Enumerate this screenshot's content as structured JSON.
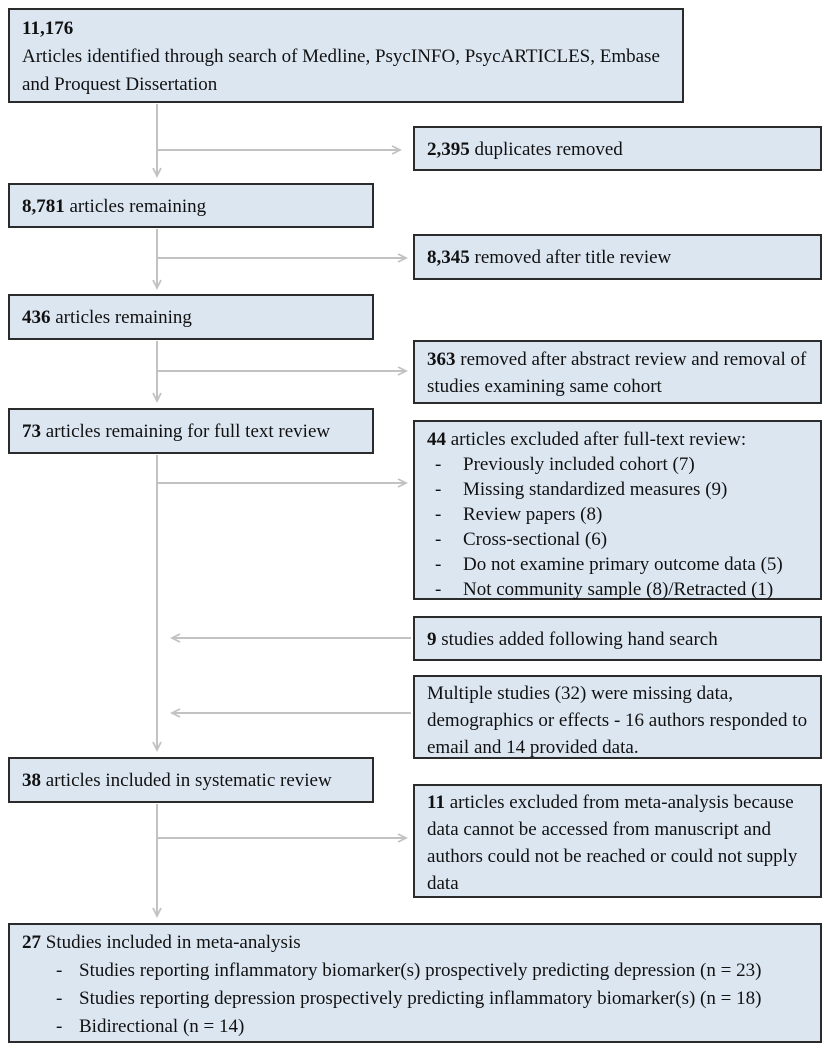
{
  "list_marker": "-",
  "colors": {
    "box_fill": "#dce6f1",
    "box_border": "#2b2b2b",
    "arrow": "#c2c2c2",
    "text": "#111111",
    "page_bg": "#ffffff"
  },
  "boxes": {
    "identified": {
      "number": "11,176",
      "text": "Articles identified through search of Medline, PsycINFO, PsycARTICLES, Embase and Proquest Dissertation"
    },
    "duplicates_removed": {
      "number": "2,395",
      "text": " duplicates removed"
    },
    "remaining_after_duplicates": {
      "number": "8,781",
      "text": " articles remaining"
    },
    "removed_title_review": {
      "number": "8,345",
      "text": " removed after title review"
    },
    "remaining_after_title": {
      "number": "436",
      "text": " articles remaining"
    },
    "removed_abstract_review": {
      "number": "363",
      "text": " removed after abstract review and removal of studies examining same cohort"
    },
    "fulltext_review": {
      "number": "73",
      "text": " articles remaining for full text review"
    },
    "excluded_fulltext": {
      "number": "44",
      "text": " articles excluded after full-text review:",
      "items": [
        "Previously included cohort (7)",
        "Missing standardized measures (9)",
        "Review papers (8)",
        "Cross-sectional (6)",
        "Do not examine primary outcome data (5)",
        "Not community sample (8)/Retracted (1)"
      ]
    },
    "hand_search": {
      "number": "9",
      "text": " studies added following hand search"
    },
    "missing_data": {
      "text": "Multiple studies (32) were missing data, demographics or effects - 16 authors responded to email and 14 provided data."
    },
    "systematic_review": {
      "number": "38",
      "text": " articles included in systematic review"
    },
    "excluded_meta": {
      "number": "11",
      "text": " articles excluded from meta-analysis because data cannot be accessed from manuscript and authors could not be reached or could not supply data"
    },
    "meta_analysis": {
      "number": "27",
      "text": " Studies included in meta-analysis",
      "items": [
        "Studies reporting inflammatory biomarker(s) prospectively predicting depression (n = 23)",
        "Studies reporting depression prospectively predicting inflammatory biomarker(s) (n = 18)",
        "Bidirectional (n = 14)"
      ]
    }
  }
}
